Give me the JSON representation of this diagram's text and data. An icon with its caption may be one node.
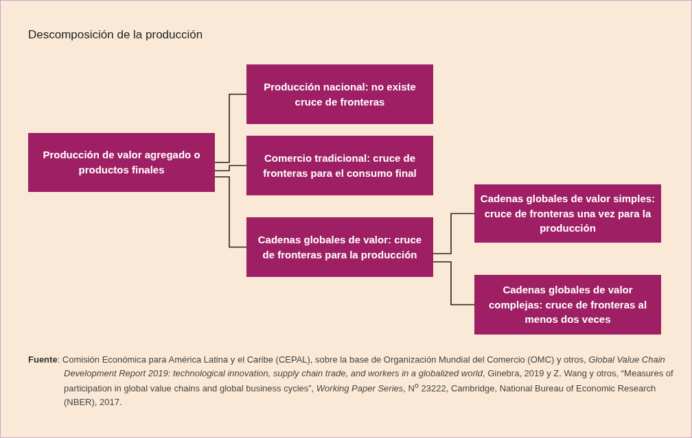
{
  "diagram": {
    "title": "Descomposición de la producción",
    "nodes": [
      {
        "text": [
          "Producción de valor agregado o productos finales"
        ]
      },
      {
        "text": [
          "Producción nacional: no existe cruce de fronteras"
        ]
      },
      {
        "text": [
          "Comercio tradicional: cruce de fronteras para el consumo final"
        ]
      },
      {
        "text": [
          "Cadenas globales de valor: cruce de fronteras para la producción"
        ]
      },
      {
        "text": [
          "Cadenas globales de valor simples: cruce de fronteras una vez para la producción"
        ]
      },
      {
        "text": [
          "Cadenas globales de valor complejas: cruce de fronteras al menos dos veces"
        ]
      }
    ],
    "edges": [
      {
        "from": 0,
        "to": 1,
        "arrow": "none"
      },
      {
        "from": 0,
        "to": 2,
        "arrow": "none"
      },
      {
        "from": 0,
        "to": 3,
        "arrow": "none"
      },
      {
        "from": 3,
        "to": 4,
        "arrow": "none"
      },
      {
        "from": 3,
        "to": 5,
        "arrow": "none"
      }
    ],
    "labels": [
      "**Fuente**: Comisión Económica para América Latina y el Caribe (CEPAL), sobre la base de Organización Mundial del Comercio (OMC) y otros, *Global Value Chain Development Report 2019: technological innovation, supply chain trade, and workers in a globalized world*, Ginebra, 2019 y Z. Wang y otros, “Measures of participation in global value chains and global business cycles”, *Working Paper Series*, N$^{o}$ 23222, Cambridge, National Bureau of Economic Research (NBER), 2017."
    ]
  }
}
